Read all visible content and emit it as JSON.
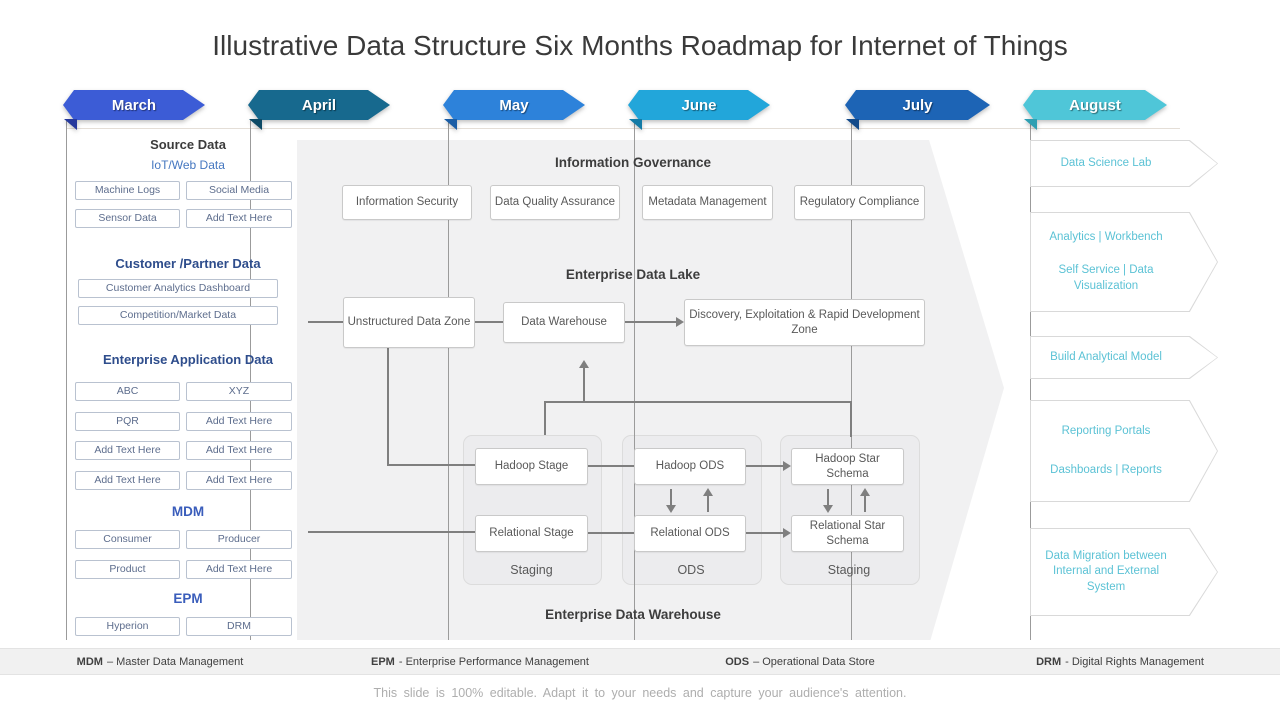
{
  "title": "Illustrative Data Structure Six Months Roadmap for Internet of Things",
  "timeline": {
    "months": [
      {
        "label": "March",
        "color": "#3c5cd6",
        "fold_color": "#26399c"
      },
      {
        "label": "April",
        "color": "#17698e",
        "fold_color": "#0d4a66"
      },
      {
        "label": "May",
        "color": "#2d82da",
        "fold_color": "#1b5ea6"
      },
      {
        "label": "June",
        "color": "#22a6da",
        "fold_color": "#137ba6"
      },
      {
        "label": "July",
        "color": "#1d64b5",
        "fold_color": "#124a8a"
      },
      {
        "label": "August",
        "color": "#4fc6d8",
        "fold_color": "#2f9fb2"
      }
    ]
  },
  "left_panel": {
    "sections": [
      {
        "heading": "Source Data",
        "subheading": "IoT/Web Data",
        "boxes": [
          "Machine Logs",
          "Social Media",
          "Sensor Data",
          "Add Text Here"
        ]
      },
      {
        "heading": "Customer /Partner Data",
        "boxes": [
          "Customer Analytics Dashboard",
          "Competition/Market Data"
        ]
      },
      {
        "heading": "Enterprise Application Data",
        "boxes": [
          "ABC",
          "XYZ",
          "PQR",
          "Add Text Here",
          "Add Text Here",
          "Add Text Here",
          "Add Text Here",
          "Add Text Here"
        ]
      },
      {
        "heading": "MDM",
        "boxes": [
          "Consumer",
          "Producer",
          "Product",
          "Add Text Here"
        ]
      },
      {
        "heading": "EPM",
        "boxes": [
          "Hyperion",
          "DRM"
        ]
      }
    ]
  },
  "governance": {
    "heading": "Information Governance",
    "boxes": [
      "Information Security",
      "Data Quality Assurance",
      "Metadata Management",
      "Regulatory Compliance"
    ]
  },
  "data_lake": {
    "heading": "Enterprise Data Lake",
    "boxes": [
      "Unstructured Data Zone",
      "Data Warehouse",
      "Discovery, Exploitation & Rapid Development Zone"
    ]
  },
  "warehouse": {
    "heading": "Enterprise Data Warehouse",
    "groups": [
      {
        "label": "Staging",
        "top": "Hadoop Stage",
        "bottom": "Relational Stage"
      },
      {
        "label": "ODS",
        "top": "Hadoop ODS",
        "bottom": "Relational ODS"
      },
      {
        "label": "Staging",
        "top": "Hadoop Star Schema",
        "bottom": "Relational Star Schema"
      }
    ]
  },
  "right_panel": {
    "text_color": "#5bc2d5",
    "items": [
      {
        "lines": [
          "Data Science Lab"
        ]
      },
      {
        "lines": [
          "Analytics | Workbench",
          "Self Service | Data Visualization"
        ]
      },
      {
        "lines": [
          "Build Analytical Model"
        ]
      },
      {
        "lines": [
          "Reporting Portals",
          "Dashboards | Reports"
        ]
      },
      {
        "lines": [
          "Data Migration between Internal and External System"
        ]
      }
    ]
  },
  "legend": {
    "items": [
      {
        "acronym": "MDM",
        "rest": "– Master Data Management"
      },
      {
        "acronym": "EPM",
        "rest": "- Enterprise Performance Management"
      },
      {
        "acronym": "ODS",
        "rest": "– Operational Data Store"
      },
      {
        "acronym": "DRM",
        "rest": "- Digital Rights Management"
      }
    ]
  },
  "footer": {
    "note": "This slide is 100% editable. Adapt it to your needs and capture your audience's attention."
  },
  "colors": {
    "connector": "#7f7f7f",
    "left_panel_heading_blue": "#2e4d8c",
    "left_panel_box_text": "#5d6d8d",
    "middle_bg": "#f1f1f2"
  }
}
